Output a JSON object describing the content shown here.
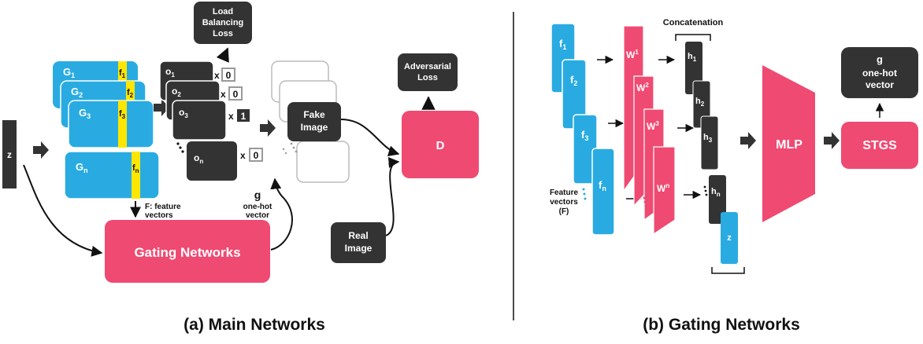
{
  "colors": {
    "blue": "#29abe2",
    "pink": "#ef4a72",
    "dark": "#333333",
    "yellow": "#ffe600",
    "gray": "#b3b3b3"
  },
  "main": {
    "z": "z",
    "generators": [
      {
        "label": "G",
        "sub": "1",
        "f": "f",
        "fsub": "1"
      },
      {
        "label": "G",
        "sub": "2",
        "f": "f",
        "fsub": "2"
      },
      {
        "label": "G",
        "sub": "3",
        "f": "f",
        "fsub": "3"
      },
      {
        "label": "G",
        "sub": "n",
        "f": "f",
        "fsub": "n"
      }
    ],
    "outputs": [
      {
        "label": "o",
        "sub": "1",
        "mult": "x",
        "weight": "0"
      },
      {
        "label": "o",
        "sub": "2",
        "mult": "x",
        "weight": "0"
      },
      {
        "label": "o",
        "sub": "3",
        "mult": "x",
        "weight": "1"
      },
      {
        "label": "o",
        "sub": "n",
        "mult": "x",
        "weight": "0"
      }
    ],
    "load_balancing": [
      "Load",
      "Balancing",
      "Loss"
    ],
    "adversarial": [
      "Adversarial",
      "Loss"
    ],
    "fake_image": [
      "Fake",
      "Image"
    ],
    "real_image": [
      "Real",
      "Image"
    ],
    "discriminator": "D",
    "feature_note": [
      "F: feature",
      "vectors"
    ],
    "g_symbol": "g",
    "g_note": [
      "one-hot",
      "vector"
    ],
    "gating": "Gating Networks",
    "caption": "(a) Main Networks"
  },
  "gating_net": {
    "features": [
      {
        "label": "f",
        "sub": "1"
      },
      {
        "label": "f",
        "sub": "2"
      },
      {
        "label": "f",
        "sub": "3"
      },
      {
        "label": "f",
        "sub": "n"
      }
    ],
    "weights": [
      {
        "label": "W",
        "sup": "1"
      },
      {
        "label": "W",
        "sup": "2"
      },
      {
        "label": "W",
        "sup": "3"
      },
      {
        "label": "W",
        "sup": "n"
      }
    ],
    "hidden": [
      {
        "label": "h",
        "sub": "1"
      },
      {
        "label": "h",
        "sub": "2"
      },
      {
        "label": "h",
        "sub": "3"
      },
      {
        "label": "h",
        "sub": "n"
      }
    ],
    "z": "z",
    "concat": "Concatenation",
    "feature_note": [
      "Feature",
      "vectors",
      "(F)"
    ],
    "mlp": "MLP",
    "stgs": "STGS",
    "g_symbol": "g",
    "g_note": [
      "one-hot",
      "vector"
    ],
    "caption": "(b) Gating Networks"
  }
}
